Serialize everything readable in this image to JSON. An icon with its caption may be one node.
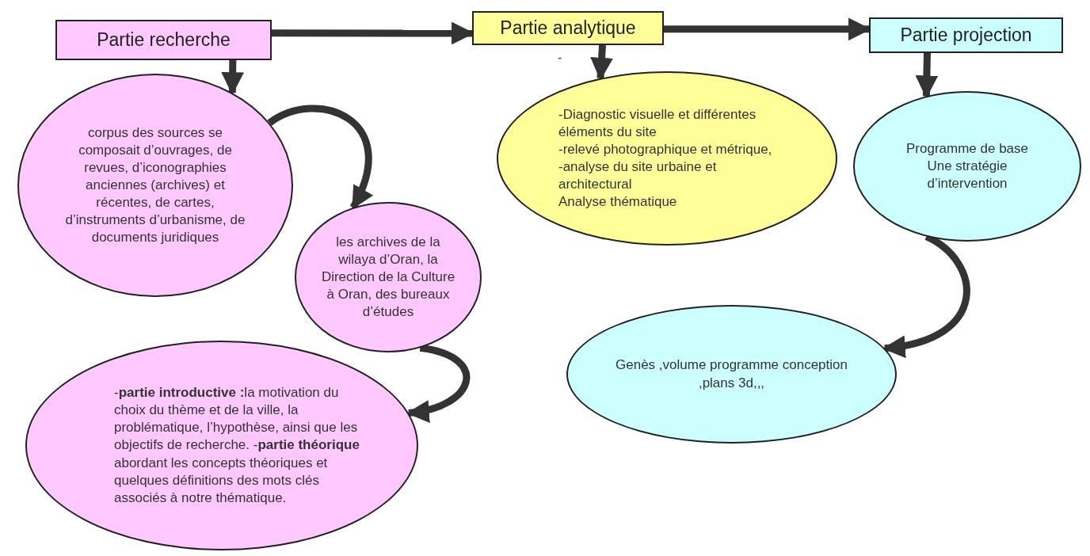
{
  "diagram": {
    "nodes": [
      {
        "text": [
          "Partie recherche"
        ]
      },
      {
        "text": [
          "Partie analytique"
        ]
      },
      {
        "text": [
          "Partie projection"
        ]
      },
      {
        "text": [
          "corpus des sources se composait d’ouvrages, de revues, d’iconographies anciennes (archives) et récentes, de cartes, d’instruments d’urbanisme, de documents juridiques"
        ]
      },
      {
        "text": [
          "les archives de la wilaya d’Oran, la Direction de la Culture à Oran, des bureaux d’études"
        ]
      },
      {
        "text": [
          "-**partie introductive :**la motivation du choix du thème et de la ville, la problématique, l’hypothèse, ainsi que les objectifs de recherche. -**partie théorique** abordant les concepts théoriques et quelques définitions des mots clés associés à notre thématique."
        ]
      },
      {
        "text": [
          "-Diagnostic visuelle et différentes éléments du site",
          "-relevé photographique et métrique,",
          "-analyse du site urbaine et architectural",
          "Analyse thématique"
        ]
      },
      {
        "text": [
          "Programme de base",
          "Une stratégie d’intervention"
        ]
      },
      {
        "text": [
          "Genès ,volume programme conception ,plans 3d,,,"
        ]
      }
    ],
    "edges": [
      {
        "from": 0,
        "to": 1,
        "arrow": "to"
      },
      {
        "from": 1,
        "to": 2,
        "arrow": "to"
      },
      {
        "from": 0,
        "to": 3,
        "arrow": "to"
      },
      {
        "from": 3,
        "to": 4,
        "arrow": "to"
      },
      {
        "from": 4,
        "to": 5,
        "arrow": "to"
      },
      {
        "from": 1,
        "to": 6,
        "arrow": "to"
      },
      {
        "from": 2,
        "to": 7,
        "arrow": "to"
      },
      {
        "from": 7,
        "to": 8,
        "arrow": "to"
      }
    ],
    "labels": [
      "-"
    ]
  }
}
